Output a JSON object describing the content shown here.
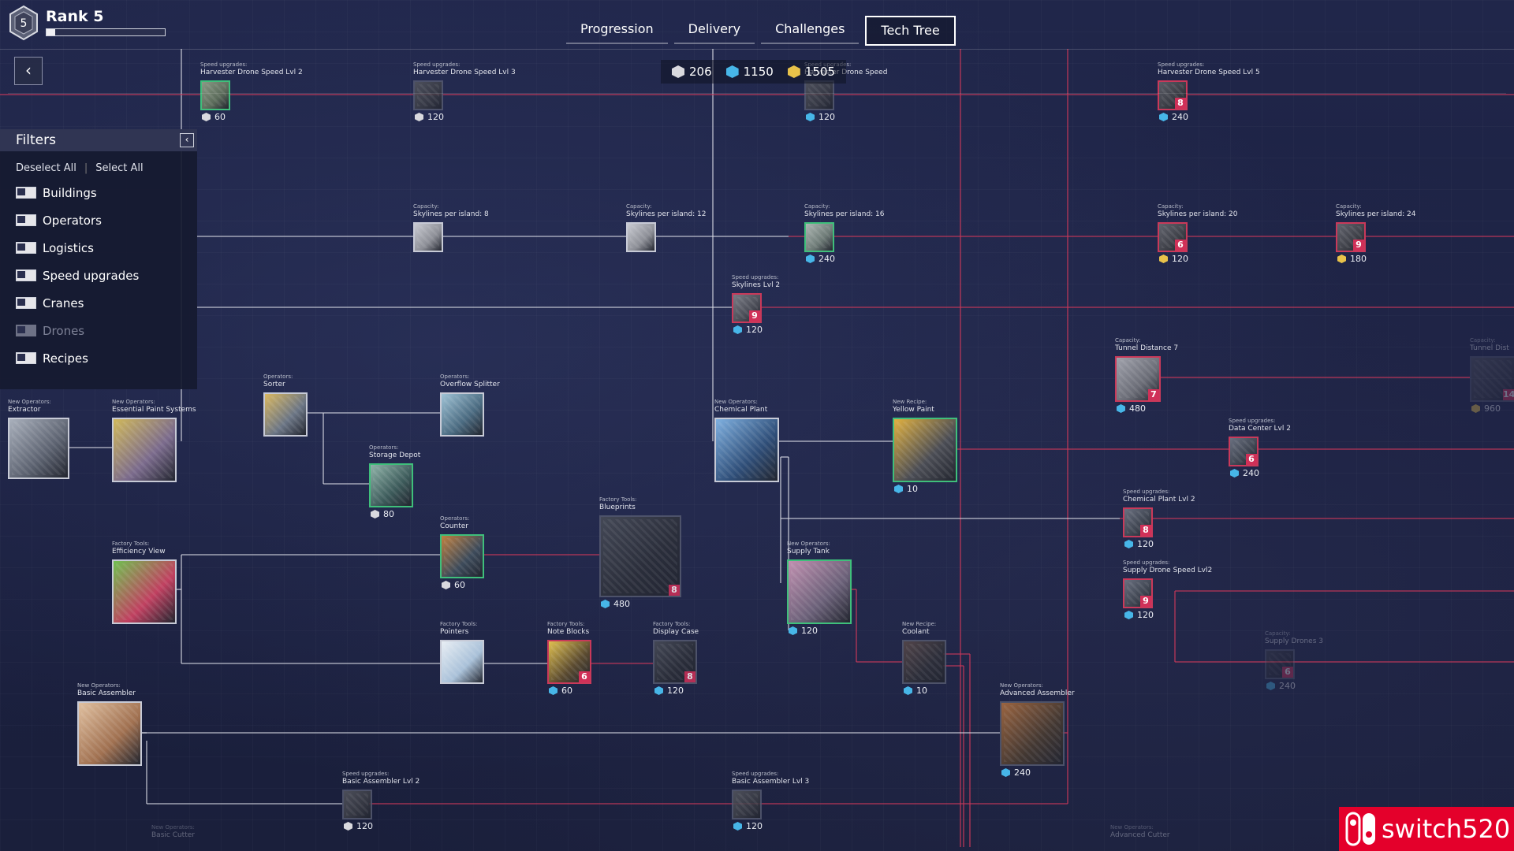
{
  "rank": {
    "label": "Rank 5",
    "number": "5",
    "progress": 0.07
  },
  "tabs": [
    {
      "label": "Progression",
      "active": false
    },
    {
      "label": "Delivery",
      "active": false
    },
    {
      "label": "Challenges",
      "active": false
    },
    {
      "label": "Tech Tree",
      "active": true
    }
  ],
  "currency": [
    {
      "value": "206",
      "color": "#d9d9de"
    },
    {
      "value": "1150",
      "color": "#47b6e8"
    },
    {
      "value": "1505",
      "color": "#e8c24a"
    }
  ],
  "filters": {
    "title": "Filters",
    "deselect_all": "Deselect All",
    "select_all": "Select All",
    "items": [
      {
        "label": "Buildings",
        "enabled": true
      },
      {
        "label": "Operators",
        "enabled": true
      },
      {
        "label": "Logistics",
        "enabled": true
      },
      {
        "label": "Speed upgrades",
        "enabled": true
      },
      {
        "label": "Cranes",
        "enabled": true
      },
      {
        "label": "Drones",
        "enabled": false
      },
      {
        "label": "Recipes",
        "enabled": true
      }
    ]
  },
  "colors": {
    "accent_red": "#c9395a",
    "unlocked_green": "#3fbf7b",
    "line_white": "#d9dbe4",
    "badge": "#d03058"
  },
  "nodes": {
    "hd2": {
      "cat": "Speed upgrades:",
      "name": "Harvester Drone Speed Lvl 2",
      "cost": "60",
      "gem": "white"
    },
    "hd3": {
      "cat": "Speed upgrades:",
      "name": "Harvester Drone Speed Lvl 3",
      "cost": "120",
      "gem": "white"
    },
    "hd4": {
      "cat": "Speed upgrades:",
      "name": "Harvester Drone Speed",
      "cost": "120",
      "gem": "blue"
    },
    "hd5": {
      "cat": "Speed upgrades:",
      "name": "Harvester Drone Speed Lvl 5",
      "cost": "240",
      "gem": "blue",
      "badge": "8"
    },
    "sk8": {
      "cat": "Capacity:",
      "name": "Skylines per island: 8",
      "gem": "none"
    },
    "sk12": {
      "cat": "Capacity:",
      "name": "Skylines per island: 12",
      "gem": "none"
    },
    "sk16": {
      "cat": "Capacity:",
      "name": "Skylines per island: 16",
      "cost": "240",
      "gem": "blue"
    },
    "sk20": {
      "cat": "Capacity:",
      "name": "Skylines per island: 20",
      "cost": "120",
      "gem": "gold",
      "badge": "6"
    },
    "sk24": {
      "cat": "Capacity:",
      "name": "Skylines per island: 24",
      "cost": "180",
      "gem": "gold",
      "badge": "9"
    },
    "skl2": {
      "cat": "Speed upgrades:",
      "name": "Skylines Lvl 2",
      "cost": "120",
      "gem": "blue",
      "badge": "9"
    },
    "tunnel7": {
      "cat": "Capacity:",
      "name": "Tunnel Distance 7",
      "cost": "480",
      "gem": "blue",
      "badge": "7"
    },
    "tunnelx": {
      "cat": "Capacity:",
      "name": "Tunnel Dist",
      "cost": "960",
      "gem": "gold",
      "badge": "14"
    },
    "extractor": {
      "cat": "New Operators:",
      "name": "Extractor",
      "gem": "none"
    },
    "paint": {
      "cat": "New Operators:",
      "name": "Essential Paint Systems",
      "gem": "none"
    },
    "sorter": {
      "cat": "Operators:",
      "name": "Sorter",
      "gem": "none"
    },
    "overflow": {
      "cat": "Operators:",
      "name": "Overflow Splitter",
      "gem": "none"
    },
    "depot": {
      "cat": "Operators:",
      "name": "Storage Depot",
      "cost": "80",
      "gem": "white"
    },
    "chem": {
      "cat": "New Operators:",
      "name": "Chemical Plant",
      "gem": "none"
    },
    "yellow": {
      "cat": "New Recipe:",
      "name": "Yellow Paint",
      "cost": "10",
      "gem": "blue"
    },
    "dc2": {
      "cat": "Speed upgrades:",
      "name": "Data Center Lvl 2",
      "cost": "240",
      "gem": "blue",
      "badge": "6"
    },
    "cp2": {
      "cat": "Speed upgrades:",
      "name": "Chemical Plant Lvl 2",
      "cost": "120",
      "gem": "blue",
      "badge": "8"
    },
    "sds2": {
      "cat": "Speed upgrades:",
      "name": "Supply Drone Speed Lvl2",
      "cost": "120",
      "gem": "blue",
      "badge": "9"
    },
    "sd3": {
      "cat": "Capacity:",
      "name": "Supply Drones 3",
      "cost": "240",
      "gem": "blue",
      "badge": "6"
    },
    "eff": {
      "cat": "Factory Tools:",
      "name": "Efficiency View",
      "gem": "none"
    },
    "counter": {
      "cat": "Operators:",
      "name": "Counter",
      "cost": "60",
      "gem": "white"
    },
    "blueprints": {
      "cat": "Factory Tools:",
      "name": "Blueprints",
      "cost": "480",
      "gem": "blue",
      "badge": "8"
    },
    "tank": {
      "cat": "New Operators:",
      "name": "Supply Tank",
      "cost": "120",
      "gem": "blue"
    },
    "pointers": {
      "cat": "Factory Tools:",
      "name": "Pointers",
      "gem": "none"
    },
    "note": {
      "cat": "Factory Tools:",
      "name": "Note Blocks",
      "cost": "60",
      "gem": "blue",
      "badge": "6"
    },
    "display": {
      "cat": "Factory Tools:",
      "name": "Display Case",
      "cost": "120",
      "gem": "blue",
      "badge": "8"
    },
    "coolant": {
      "cat": "New Recipe:",
      "name": "Coolant",
      "cost": "10",
      "gem": "blue"
    },
    "adv": {
      "cat": "New Operators:",
      "name": "Advanced Assembler",
      "cost": "240",
      "gem": "blue"
    },
    "basic": {
      "cat": "New Operators:",
      "name": "Basic Assembler",
      "gem": "none"
    },
    "ba2": {
      "cat": "Speed upgrades:",
      "name": "Basic Assembler Lvl 2",
      "cost": "120",
      "gem": "white"
    },
    "ba3": {
      "cat": "Speed upgrades:",
      "name": "Basic Assembler Lvl 3",
      "cost": "120",
      "gem": "blue"
    },
    "bcut": {
      "cat": "New Operators:",
      "name": "Basic Cutter",
      "gem": "none"
    },
    "acut": {
      "cat": "New Operators:",
      "name": "Advanced Cutter",
      "gem": "none"
    }
  },
  "watermark": "switch520"
}
